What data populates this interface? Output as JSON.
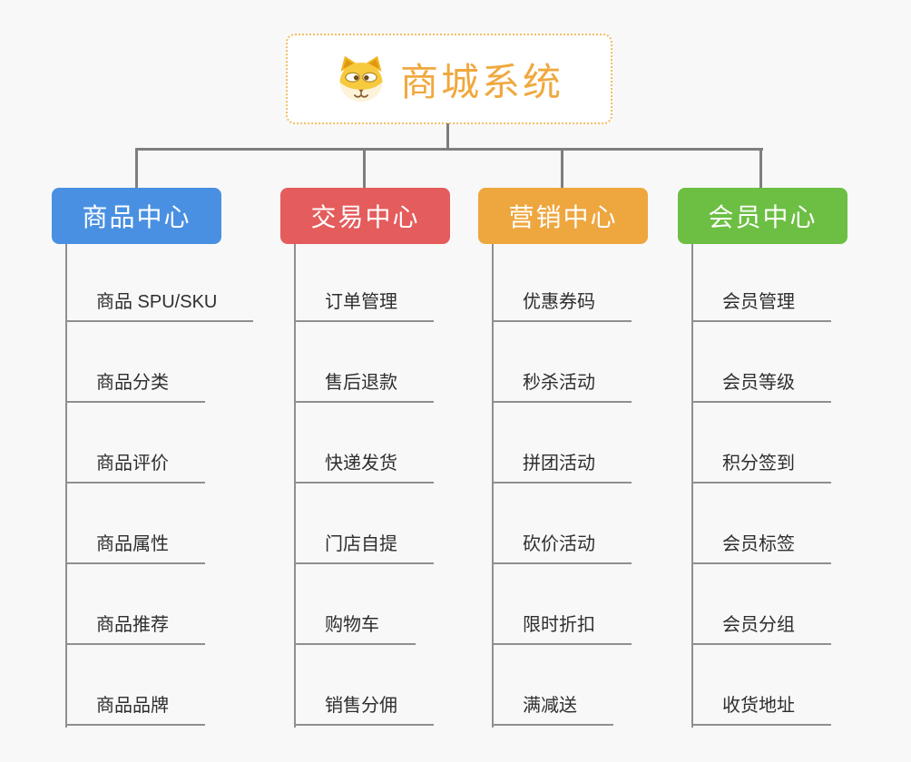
{
  "root": {
    "title": "商城系统",
    "icon": "dog-face-icon",
    "title_color": "#f0a83e",
    "border_color": "#f3bd62"
  },
  "theme": {
    "background_color": "#f8f8f8",
    "connector_color": "#7e7e7e",
    "item_line_color": "#8f8f8f",
    "item_text_color": "#2e2e2e"
  },
  "branches": [
    {
      "label": "商品中心",
      "color": "#4a90e2",
      "items": [
        "商品 SPU/SKU",
        "商品分类",
        "商品评价",
        "商品属性",
        "商品推荐",
        "商品品牌"
      ]
    },
    {
      "label": "交易中心",
      "color": "#e45c5c",
      "items": [
        "订单管理",
        "售后退款",
        "快递发货",
        "门店自提",
        "购物车",
        "销售分佣"
      ]
    },
    {
      "label": "营销中心",
      "color": "#eea63f",
      "items": [
        "优惠券码",
        "秒杀活动",
        "拼团活动",
        "砍价活动",
        "限时折扣",
        "满减送"
      ]
    },
    {
      "label": "会员中心",
      "color": "#6cbf43",
      "items": [
        "会员管理",
        "会员等级",
        "积分签到",
        "会员标签",
        "会员分组",
        "收货地址"
      ]
    }
  ]
}
